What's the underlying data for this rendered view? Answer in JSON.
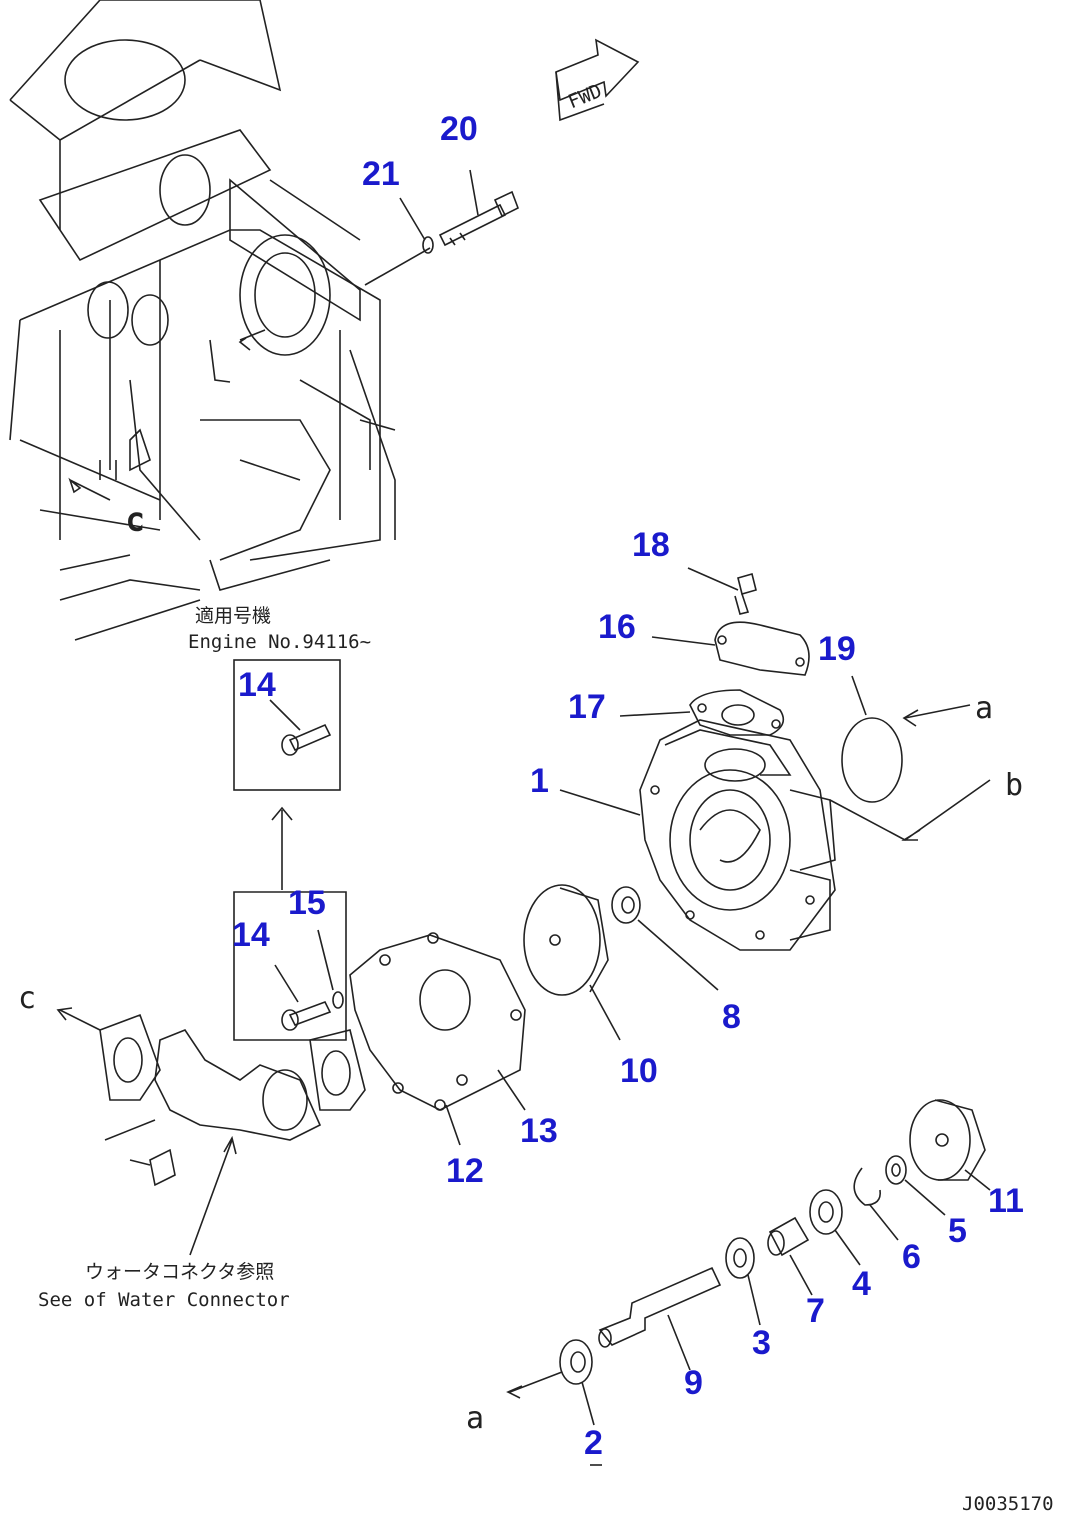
{
  "fwd_label": "FWD",
  "engine_note": {
    "jp": "適用号機",
    "en": "Engine No.94116~"
  },
  "water_note": {
    "jp": "ウォータコネクタ参照",
    "en": "See of Water Connector"
  },
  "connection_letters": {
    "a_top": "a",
    "b": "b",
    "c_top": "c",
    "c_left": "c",
    "a_bottom": "a"
  },
  "callouts": {
    "p1": "1",
    "p2": "2",
    "p3": "3",
    "p4": "4",
    "p5": "5",
    "p6": "6",
    "p7": "7",
    "p8": "8",
    "p9": "9",
    "p10": "10",
    "p11": "11",
    "p12": "12",
    "p13": "13",
    "p14a": "14",
    "p14b": "14",
    "p15": "15",
    "p16": "16",
    "p17": "17",
    "p18": "18",
    "p19": "19",
    "p20": "20",
    "p21": "21"
  },
  "drawing_number": "J0035170",
  "colors": {
    "callout": "#1a1acc",
    "line": "#222222"
  }
}
